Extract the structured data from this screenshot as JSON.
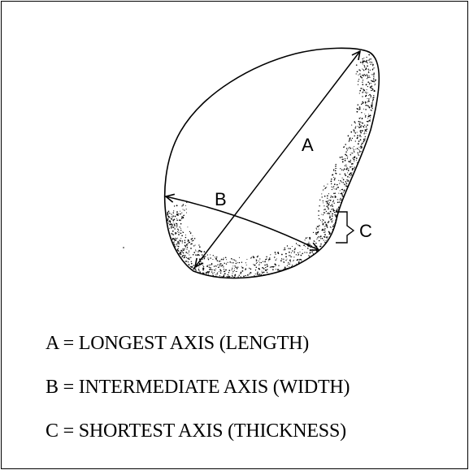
{
  "diagram": {
    "axis_labels": {
      "a": "A",
      "b": "B",
      "c": "C"
    },
    "colors": {
      "ink": "#000000",
      "background": "#ffffff"
    }
  },
  "legend": {
    "items": [
      "A = LONGEST AXIS (LENGTH)",
      "B = INTERMEDIATE AXIS (WIDTH)",
      "C = SHORTEST AXIS (THICKNESS)"
    ]
  }
}
